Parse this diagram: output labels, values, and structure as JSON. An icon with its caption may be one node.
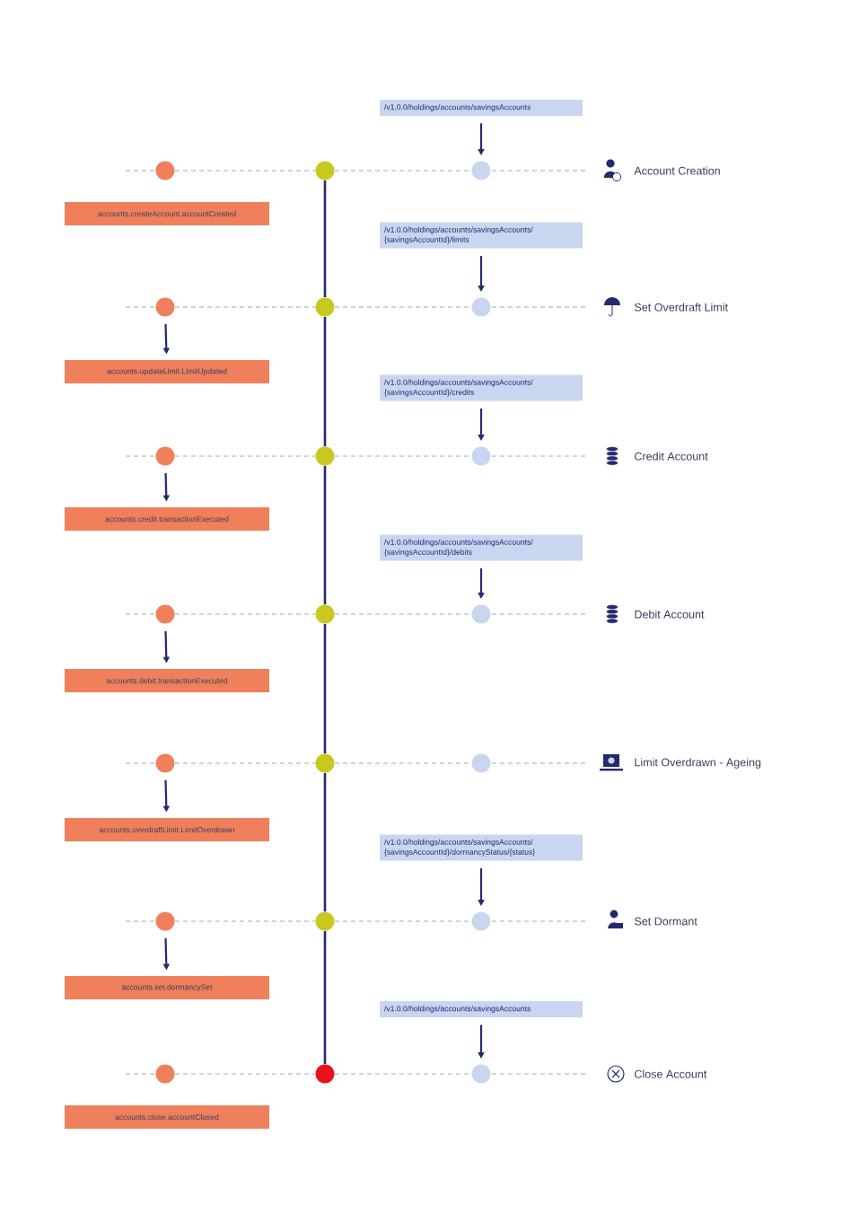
{
  "diagram": {
    "nodes": [
      {
        "text": [
          "/v1.0.0/holdings/accounts/savingsAccounts"
        ]
      },
      {
        "text": [],
        "shape": "circle"
      },
      {
        "text": [],
        "shape": "circle"
      },
      {
        "text": [],
        "shape": "circle"
      },
      {
        "text": [
          "Account Creation"
        ]
      },
      {
        "text": [
          "accounts.createAccount.accountCreated"
        ]
      },
      {
        "text": [
          "/v1.0.0/holdings/accounts/savingsAccounts/{savingsAccountId}/limits"
        ]
      },
      {
        "text": [],
        "shape": "circle"
      },
      {
        "text": [],
        "shape": "circle"
      },
      {
        "text": [],
        "shape": "circle"
      },
      {
        "text": [
          "Set Overdraft Limit"
        ]
      },
      {
        "text": [
          "accounts.updateLimit.LimitUpdated"
        ]
      },
      {
        "text": [
          "/v1.0.0/holdings/accounts/savingsAccounts/{savingsAccountId}/credits"
        ]
      },
      {
        "text": [],
        "shape": "circle"
      },
      {
        "text": [],
        "shape": "circle"
      },
      {
        "text": [],
        "shape": "circle"
      },
      {
        "text": [
          "Credit Account"
        ]
      },
      {
        "text": [
          "accounts.credit.transactionExecuted"
        ]
      },
      {
        "text": [
          "/v1.0.0/holdings/accounts/savingsAccounts/{savingsAccountId}/debits"
        ]
      },
      {
        "text": [],
        "shape": "circle"
      },
      {
        "text": [],
        "shape": "circle"
      },
      {
        "text": [],
        "shape": "circle"
      },
      {
        "text": [
          "Debit Account"
        ]
      },
      {
        "text": [
          "accounts.debit.transactionExecuted"
        ]
      },
      {
        "text": [],
        "shape": "circle"
      },
      {
        "text": [],
        "shape": "circle"
      },
      {
        "text": [],
        "shape": "circle"
      },
      {
        "text": [
          "Limit Overdrawn - Ageing"
        ]
      },
      {
        "text": [
          "accounts.overdraftLimit.LimitOverdrawn"
        ]
      },
      {
        "text": [
          "/v1.0.0/holdings/accounts/savingsAccounts/{savingsAccountId}/dormancyStatus/{status}"
        ]
      },
      {
        "text": [],
        "shape": "circle"
      },
      {
        "text": [],
        "shape": "circle"
      },
      {
        "text": [],
        "shape": "circle"
      },
      {
        "text": [
          "Set Dormant"
        ]
      },
      {
        "text": [
          "accounts.set.dormancySet"
        ]
      },
      {
        "text": [
          "/v1.0.0/holdings/accounts/savingsAccounts"
        ]
      },
      {
        "text": [],
        "shape": "circle"
      },
      {
        "text": [],
        "shape": "circle"
      },
      {
        "text": [],
        "shape": "circle"
      },
      {
        "text": [
          "Close Account"
        ]
      },
      {
        "text": [
          "accounts.close.accountClosed"
        ]
      }
    ],
    "edges": [
      {
        "from": 0,
        "to": 3,
        "arrow": "to"
      },
      {
        "from": 1,
        "to": 2,
        "arrow": "none",
        "style": "dashed",
        "color": "#a8a8a8"
      },
      {
        "from": 2,
        "to": 3,
        "arrow": "none",
        "style": "dashed",
        "color": "#a8a8a8"
      },
      {
        "from": 2,
        "to": 8,
        "arrow": "none"
      },
      {
        "from": 6,
        "to": 9,
        "arrow": "to"
      },
      {
        "from": 7,
        "to": 8,
        "arrow": "none",
        "style": "dashed",
        "color": "#a8a8a8"
      },
      {
        "from": 8,
        "to": 9,
        "arrow": "none",
        "style": "dashed",
        "color": "#a8a8a8"
      },
      {
        "from": 7,
        "to": 11,
        "arrow": "to"
      },
      {
        "from": 8,
        "to": 14,
        "arrow": "none"
      },
      {
        "from": 12,
        "to": 15,
        "arrow": "to"
      },
      {
        "from": 13,
        "to": 14,
        "arrow": "none",
        "style": "dashed",
        "color": "#a8a8a8"
      },
      {
        "from": 14,
        "to": 15,
        "arrow": "none",
        "style": "dashed",
        "color": "#a8a8a8"
      },
      {
        "from": 13,
        "to": 17,
        "arrow": "to"
      },
      {
        "from": 14,
        "to": 20,
        "arrow": "none"
      },
      {
        "from": 18,
        "to": 21,
        "arrow": "to"
      },
      {
        "from": 19,
        "to": 20,
        "arrow": "none",
        "style": "dashed",
        "color": "#a8a8a8"
      },
      {
        "from": 20,
        "to": 21,
        "arrow": "none",
        "style": "dashed",
        "color": "#a8a8a8"
      },
      {
        "from": 19,
        "to": 23,
        "arrow": "to"
      },
      {
        "from": 20,
        "to": 25,
        "arrow": "none"
      },
      {
        "from": 24,
        "to": 25,
        "arrow": "none",
        "style": "dashed",
        "color": "#a8a8a8"
      },
      {
        "from": 25,
        "to": 26,
        "arrow": "none",
        "style": "dashed",
        "color": "#a8a8a8"
      },
      {
        "from": 24,
        "to": 28,
        "arrow": "to"
      },
      {
        "from": 25,
        "to": 31,
        "arrow": "none"
      },
      {
        "from": 29,
        "to": 32,
        "arrow": "to"
      },
      {
        "from": 30,
        "to": 31,
        "arrow": "none",
        "style": "dashed",
        "color": "#a8a8a8"
      },
      {
        "from": 31,
        "to": 32,
        "arrow": "none",
        "style": "dashed",
        "color": "#a8a8a8"
      },
      {
        "from": 30,
        "to": 34,
        "arrow": "to"
      },
      {
        "from": 31,
        "to": 37,
        "arrow": "none"
      },
      {
        "from": 35,
        "to": 38,
        "arrow": "to"
      },
      {
        "from": 36,
        "to": 37,
        "arrow": "none",
        "style": "dashed",
        "color": "#a8a8a8"
      },
      {
        "from": 37,
        "to": 38,
        "arrow": "none",
        "style": "dashed",
        "color": "#a8a8a8"
      }
    ]
  }
}
